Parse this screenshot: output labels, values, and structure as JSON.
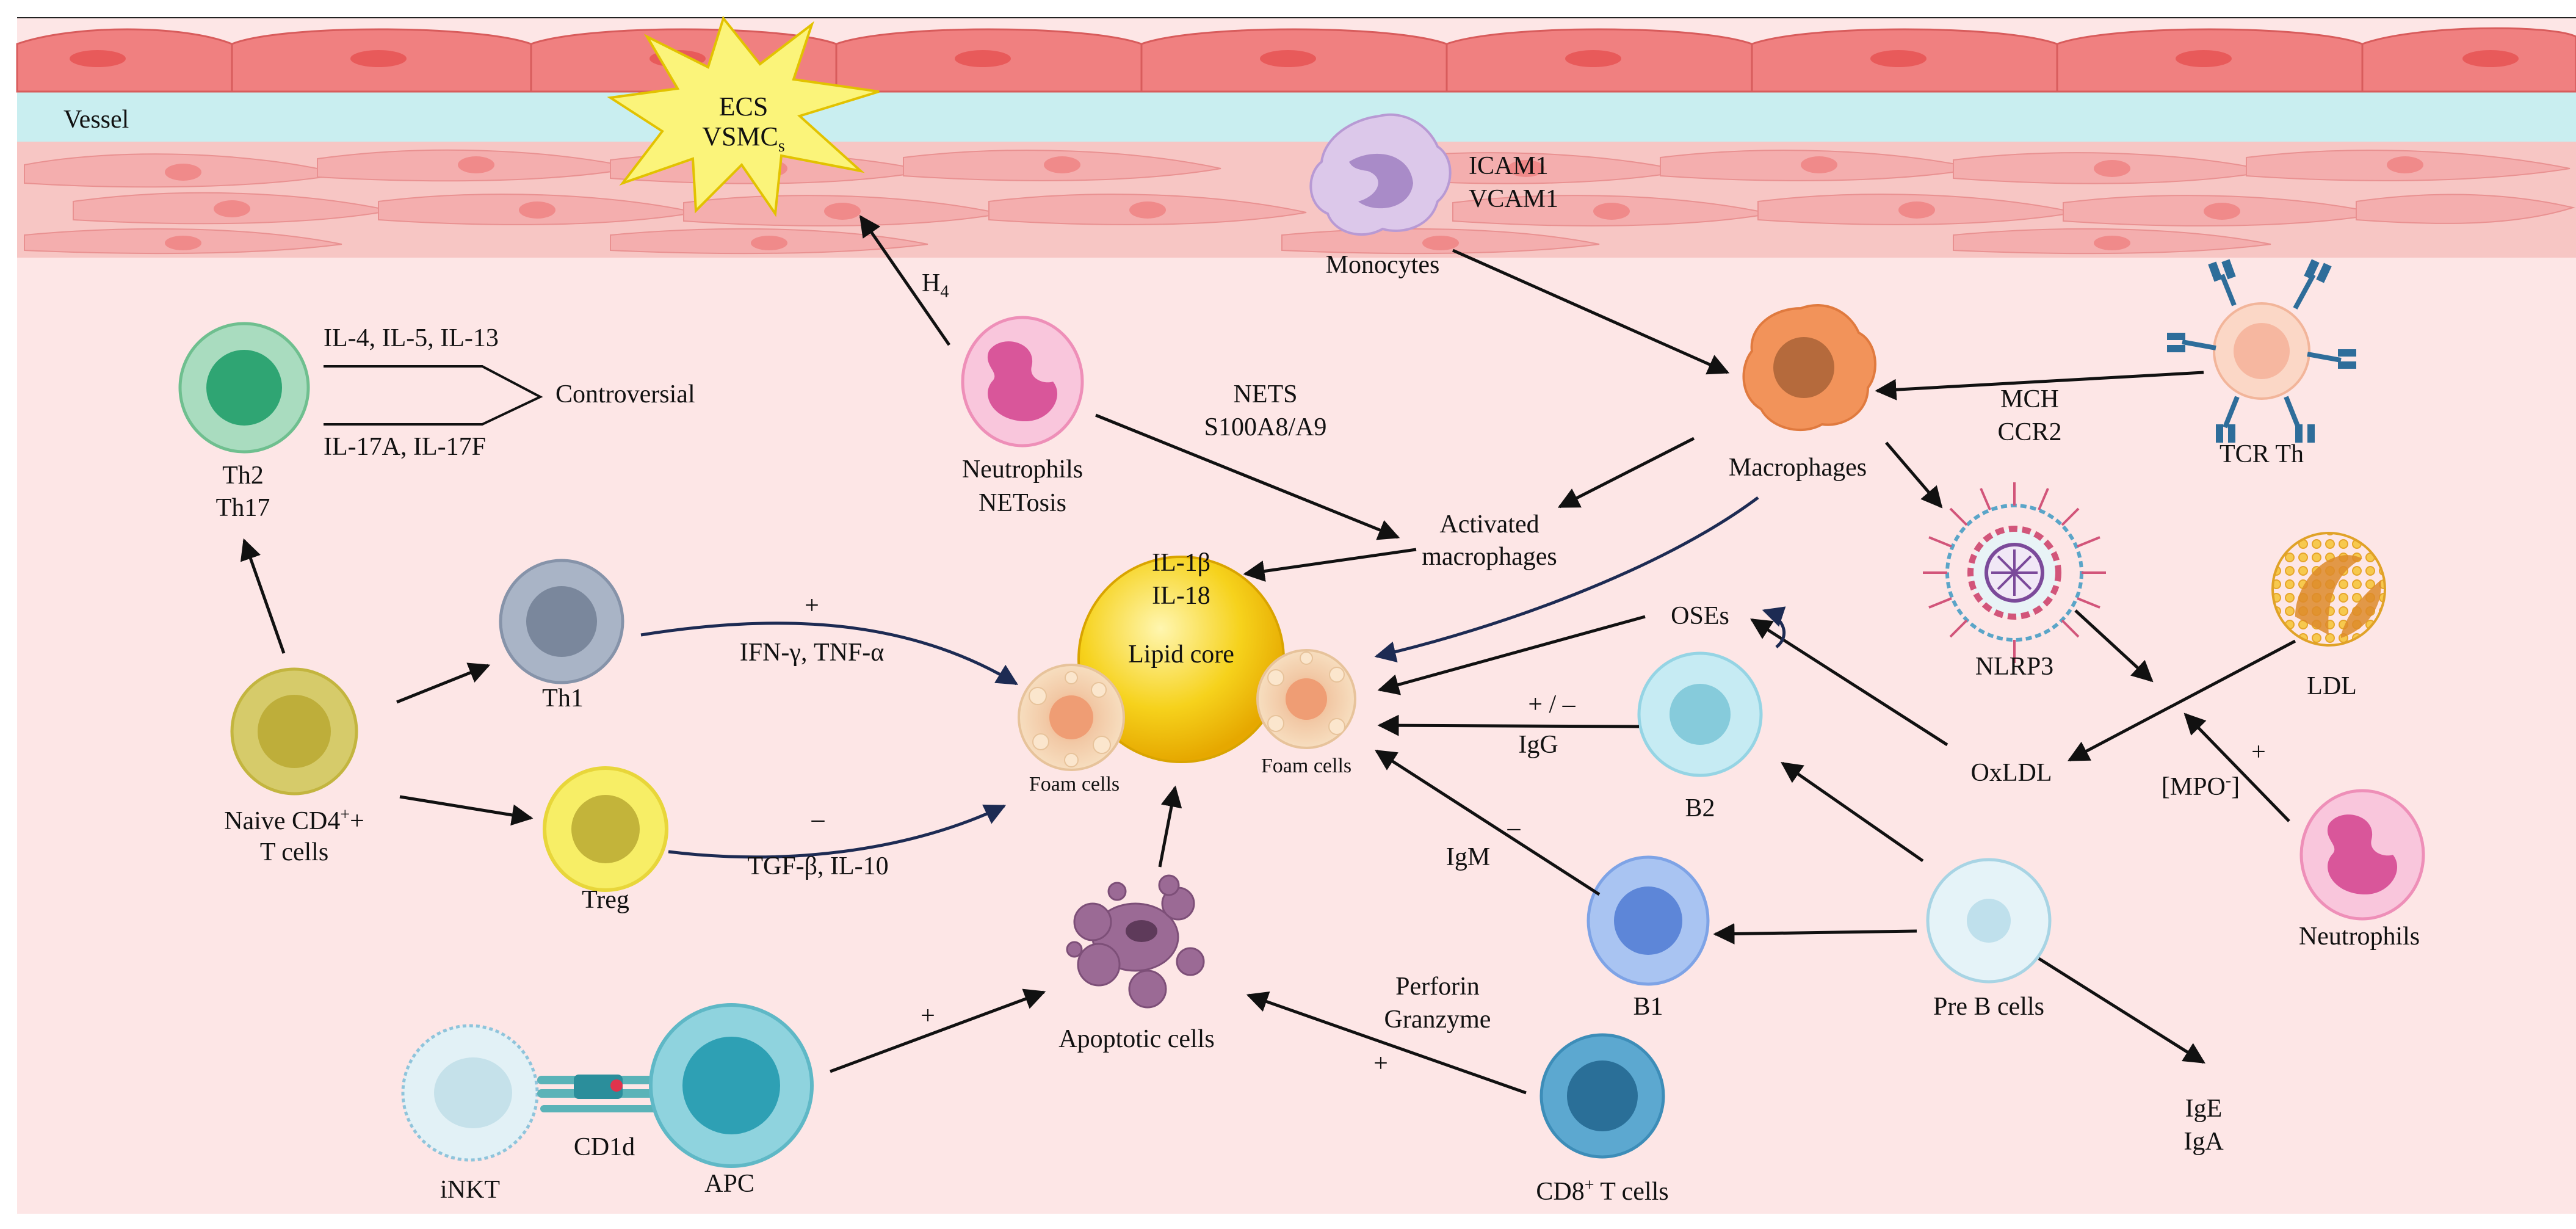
{
  "vessel": {
    "label": "Vessel"
  },
  "burst": {
    "line1": "ECS",
    "line2_base": "VSMC",
    "line2_sub": "s"
  },
  "adhesion": {
    "line1": "ICAM1",
    "line2": "VCAM1"
  },
  "cells": {
    "monocytes": "Monocytes",
    "th2_line1": "Th2",
    "th2_line2": "Th17",
    "neutrophils_top_line1": "Neutrophils",
    "neutrophils_top_line2": "NETosis",
    "macrophages": "Macrophages",
    "tcr_th": "TCR Th",
    "activated_mac_line1": "Activated",
    "activated_mac_line2": "macrophages",
    "th1": "Th1",
    "naive_line1_base": "Naive CD4",
    "naive_line1_sup": "+",
    "naive_line1_tail": "+",
    "naive_line2": "T cells",
    "treg": "Treg",
    "nlrp3": "NLRP3",
    "ldl": "LDL",
    "oses": "OSEs",
    "b2": "B2",
    "oxldl": "OxLDL",
    "mpo": "[MPO",
    "mpo_sup": "-",
    "mpo_close": "]",
    "neutrophils_right": "Neutrophils",
    "b1": "B1",
    "pre_b": "Pre B cells",
    "ige": "IgE",
    "iga": "IgA",
    "inkt": "iNKT",
    "cd1d": "CD1d",
    "apc": "APC",
    "apoptotic": "Apoptotic cells",
    "cd8_base": "CD8",
    "cd8_sup": "+",
    "cd8_tail": " T cells",
    "foam_left": "Foam cells",
    "foam_right": "Foam cells",
    "lipid_core": "Lipid core"
  },
  "mediators": {
    "h4_base": "H",
    "h4_sub": "4",
    "il4_5_13": "IL-4, IL-5, IL-13",
    "controversial": "Controversial",
    "il17": "IL-17A, IL-17F",
    "nets_line1": "NETS",
    "nets_line2": "S100A8/A9",
    "mch": "MCH",
    "ccr2": "CCR2",
    "il1b": "IL-1β",
    "il18": "IL-18",
    "plus_th1": "+",
    "ifn": "IFN-γ, TNF-α",
    "minus_treg": "–",
    "tgf": "TGF-β, IL-10",
    "plus_minus": "+ / –",
    "igg": "IgG",
    "minus_igm": "–",
    "igm": "IgM",
    "plus_mpo": "+",
    "perforin": "Perforin",
    "granzyme": "Granzyme",
    "plus_cd8": "+",
    "plus_apc": "+"
  },
  "colors": {
    "endothelium": "#f08080",
    "lumen": "#c9eef0",
    "smc_layer": "#f7c6c4",
    "intima": "#fde6e6",
    "arrow_black": "#111111",
    "arrow_navy": "#1d2b53"
  }
}
